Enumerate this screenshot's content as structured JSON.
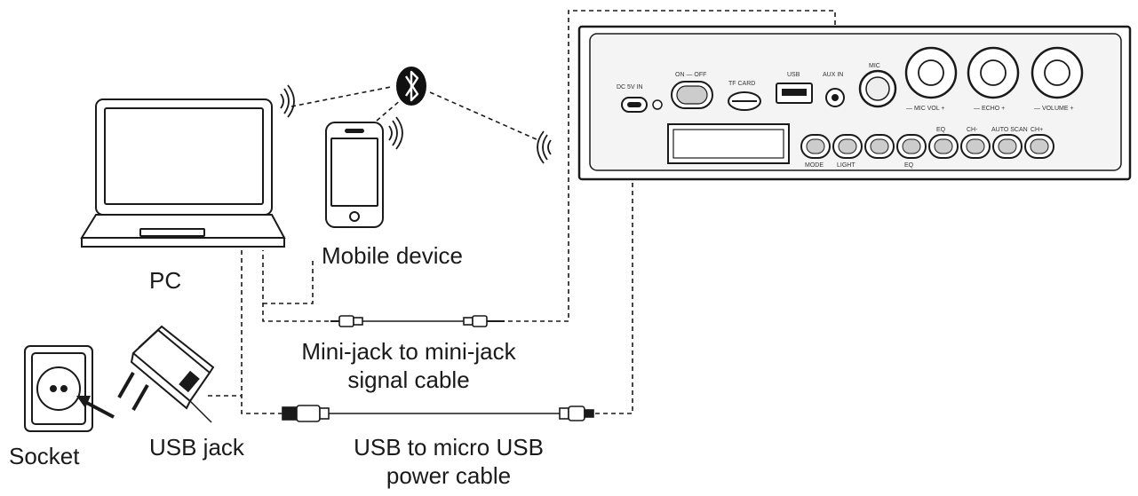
{
  "labels": {
    "pc": "PC",
    "mobile_device": "Mobile device",
    "socket": "Socket",
    "usb_jack": "USB jack",
    "minijack_cable_line1": "Mini-jack to mini-jack",
    "minijack_cable_line2": "signal cable",
    "usb_cable_line1": "USB to micro USB",
    "usb_cable_line2": "power cable"
  },
  "panel": {
    "dc_in": "DC 5V IN",
    "power_switch": "ON — OFF",
    "tf_card": "TF CARD",
    "usb": "USB",
    "aux_in": "AUX IN",
    "mic": "MIC",
    "mic_vol": "— MIC VOL +",
    "echo": "— ECHO +",
    "volume": "— VOLUME +",
    "buttons": [
      "MODE",
      "LIGHT",
      "",
      "EQ",
      "",
      "",
      "",
      ""
    ],
    "button_tops": [
      "",
      "",
      "",
      "",
      "EQ",
      "CH-",
      "AUTO SCAN",
      "CH+"
    ]
  },
  "icons": {
    "bluetooth": "bluetooth-icon",
    "wireless_signal": "wireless-signal-icon",
    "laptop": "laptop-icon",
    "smartphone": "smartphone-icon",
    "wall_socket": "wall-socket-icon",
    "usb_adapter": "usb-power-adapter-icon"
  },
  "colors": {
    "line": "#1a1a1a",
    "panel_fill": "#f4f4f4"
  }
}
